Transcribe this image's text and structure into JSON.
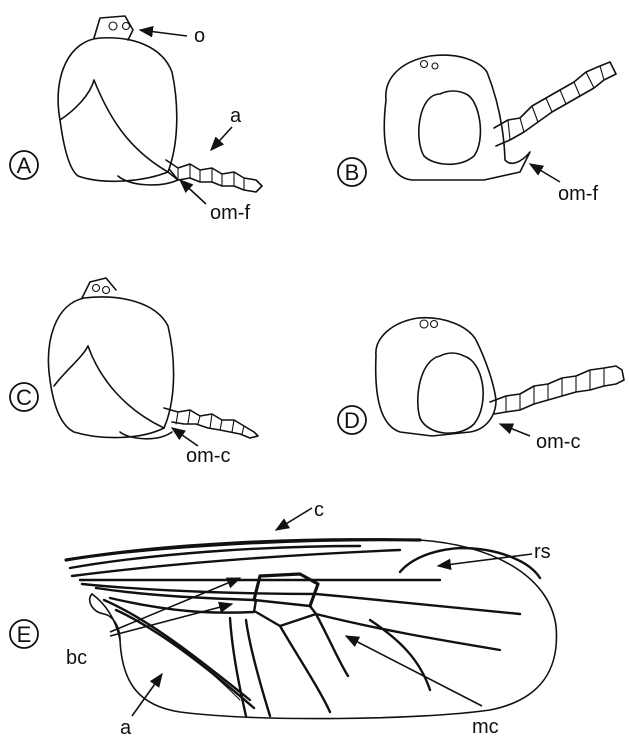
{
  "panels": {
    "A": {
      "letter": "A",
      "labels": {
        "ocelli": "o",
        "antenna": "a",
        "membrane": "om-f"
      }
    },
    "B": {
      "letter": "B",
      "labels": {
        "membrane": "om-f"
      }
    },
    "C": {
      "letter": "C",
      "labels": {
        "membrane": "om-c"
      }
    },
    "D": {
      "letter": "D",
      "labels": {
        "membrane": "om-c"
      }
    },
    "E": {
      "letter": "E",
      "labels": {
        "costa": "c",
        "radial_sector": "rs",
        "basal_cells": "bc",
        "anal": "a",
        "medial_cell": "mc"
      }
    }
  }
}
